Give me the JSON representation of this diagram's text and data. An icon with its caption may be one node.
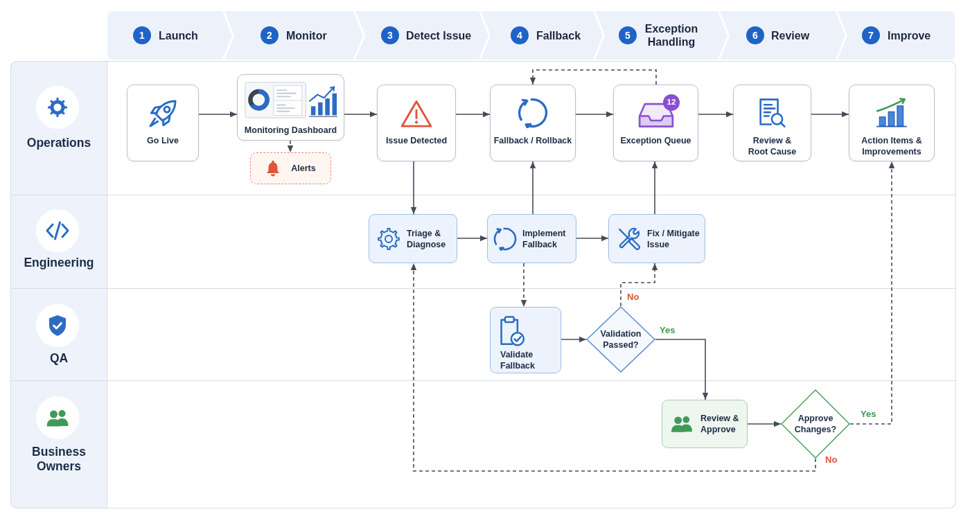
{
  "diagram": {
    "nodes": [
      {
        "text": [
          "Launch"
        ]
      },
      {
        "text": [
          "1"
        ],
        "in": 0
      },
      {
        "text": [
          "Monitor"
        ]
      },
      {
        "text": [
          "2"
        ],
        "in": 2
      },
      {
        "text": [
          "Detect Issue"
        ]
      },
      {
        "text": [
          "3"
        ],
        "in": 4
      },
      {
        "text": [
          "Fallback"
        ]
      },
      {
        "text": [
          "4"
        ],
        "in": 6
      },
      {
        "text": [
          "Exception Handling"
        ]
      },
      {
        "text": [
          "5"
        ],
        "in": 8
      },
      {
        "text": [
          "Review"
        ]
      },
      {
        "text": [
          "6"
        ],
        "in": 10
      },
      {
        "text": [
          "Improve"
        ]
      },
      {
        "text": [
          "7"
        ],
        "in": 12
      },
      {
        "text": [
          "Operations"
        ]
      },
      {
        "text": [
          "Go Live"
        ],
        "in": 14
      },
      {
        "text": [
          "Monitoring Dashboard"
        ],
        "in": 14
      },
      {
        "text": [
          "Alerts"
        ],
        "in": 14
      },
      {
        "text": [
          "Issue Detected"
        ],
        "in": 14
      },
      {
        "text": [
          "Fallback / Rollback"
        ],
        "in": 14
      },
      {
        "text": [
          "Exception Queue"
        ],
        "in": 14
      },
      {
        "text": [
          "12"
        ],
        "in": 20
      },
      {
        "text": [
          "Review & Root Cause"
        ],
        "in": 14
      },
      {
        "text": [
          "Action Items & Improvements"
        ],
        "in": 14
      },
      {
        "text": [
          "Engineering"
        ]
      },
      {
        "text": [
          "Triage & Diagnose"
        ],
        "in": 24
      },
      {
        "text": [
          "Implement Fallback"
        ],
        "in": 24
      },
      {
        "text": [
          "Fix / Mitigate Issue"
        ],
        "in": 24
      },
      {
        "text": [
          "QA"
        ]
      },
      {
        "text": [
          "Validate Fallback"
        ],
        "in": 28
      },
      {
        "text": [
          "Validation Passed?"
        ],
        "in": 28
      },
      {
        "text": [
          "Business Owners"
        ]
      },
      {
        "text": [
          "Review & Approve"
        ],
        "in": 31
      },
      {
        "text": [
          "Approve Changes?"
        ],
        "in": 31
      }
    ],
    "edges": [
      {
        "from": 15,
        "to": 16,
        "arrow": "to"
      },
      {
        "from": 16,
        "to": 17,
        "arrow": "to",
        "style": "dashed"
      },
      {
        "from": 16,
        "to": 18,
        "arrow": "to"
      },
      {
        "from": 18,
        "to": 19,
        "arrow": "to"
      },
      {
        "from": 19,
        "to": 20,
        "arrow": "to"
      },
      {
        "from": 20,
        "to": 22,
        "arrow": "to"
      },
      {
        "from": 22,
        "to": 23,
        "arrow": "to"
      },
      {
        "from": 20,
        "to": 19,
        "arrow": "to",
        "style": "dashed"
      },
      {
        "from": 18,
        "to": 25,
        "arrow": "to"
      },
      {
        "from": 25,
        "to": 26,
        "arrow": "to"
      },
      {
        "from": 26,
        "to": 19,
        "arrow": "to"
      },
      {
        "from": 26,
        "to": 27,
        "arrow": "to"
      },
      {
        "from": 27,
        "to": 20,
        "arrow": "to"
      },
      {
        "from": 26,
        "to": 29,
        "arrow": "to",
        "style": "dashed"
      },
      {
        "from": 29,
        "to": 30,
        "arrow": "to"
      },
      {
        "from": 30,
        "to": 27,
        "arrow": "to",
        "label": "No",
        "style": "dashed"
      },
      {
        "from": 30,
        "to": 32,
        "arrow": "to",
        "label": "Yes"
      },
      {
        "from": 32,
        "to": 33,
        "arrow": "to"
      },
      {
        "from": 33,
        "to": 23,
        "arrow": "to",
        "label": "Yes",
        "style": "dashed"
      },
      {
        "from": 33,
        "to": 25,
        "arrow": "to",
        "label": "No",
        "style": "dashed"
      }
    ]
  }
}
